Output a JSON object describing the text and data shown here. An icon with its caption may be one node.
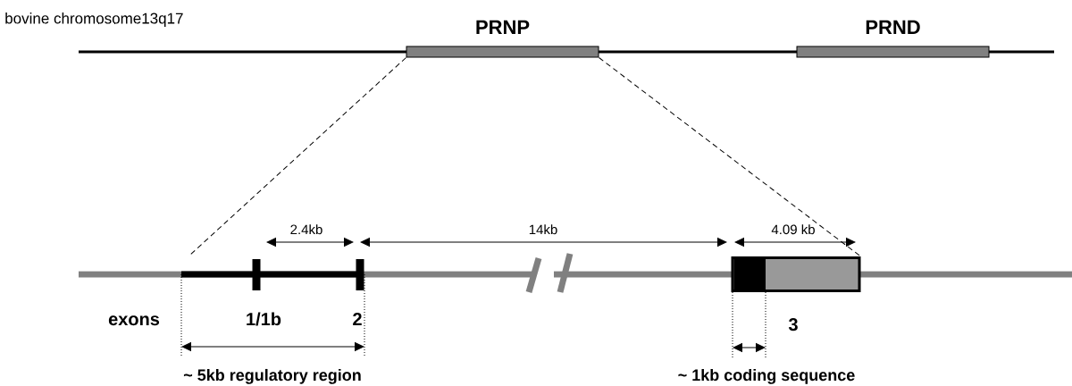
{
  "diagram": {
    "nodes": [
      {
        "text": [
          "PRNP"
        ]
      },
      {
        "text": [
          "PRND"
        ]
      },
      {
        "text": [],
        "shape": "box",
        "beside": [
          "3"
        ]
      }
    ],
    "edges": [
      {
        "from": 0,
        "to": null,
        "arrow": "none",
        "style": "dashed"
      },
      {
        "from": 0,
        "to": 2,
        "arrow": "none",
        "style": "dashed"
      }
    ],
    "labels": [
      "bovine chromosome13q17",
      "2.4kb",
      "14kb",
      "4.09 kb",
      "exons",
      "1/1b",
      "2",
      "~ 5kb regulatory region",
      "~ 1kb coding sequence"
    ]
  }
}
